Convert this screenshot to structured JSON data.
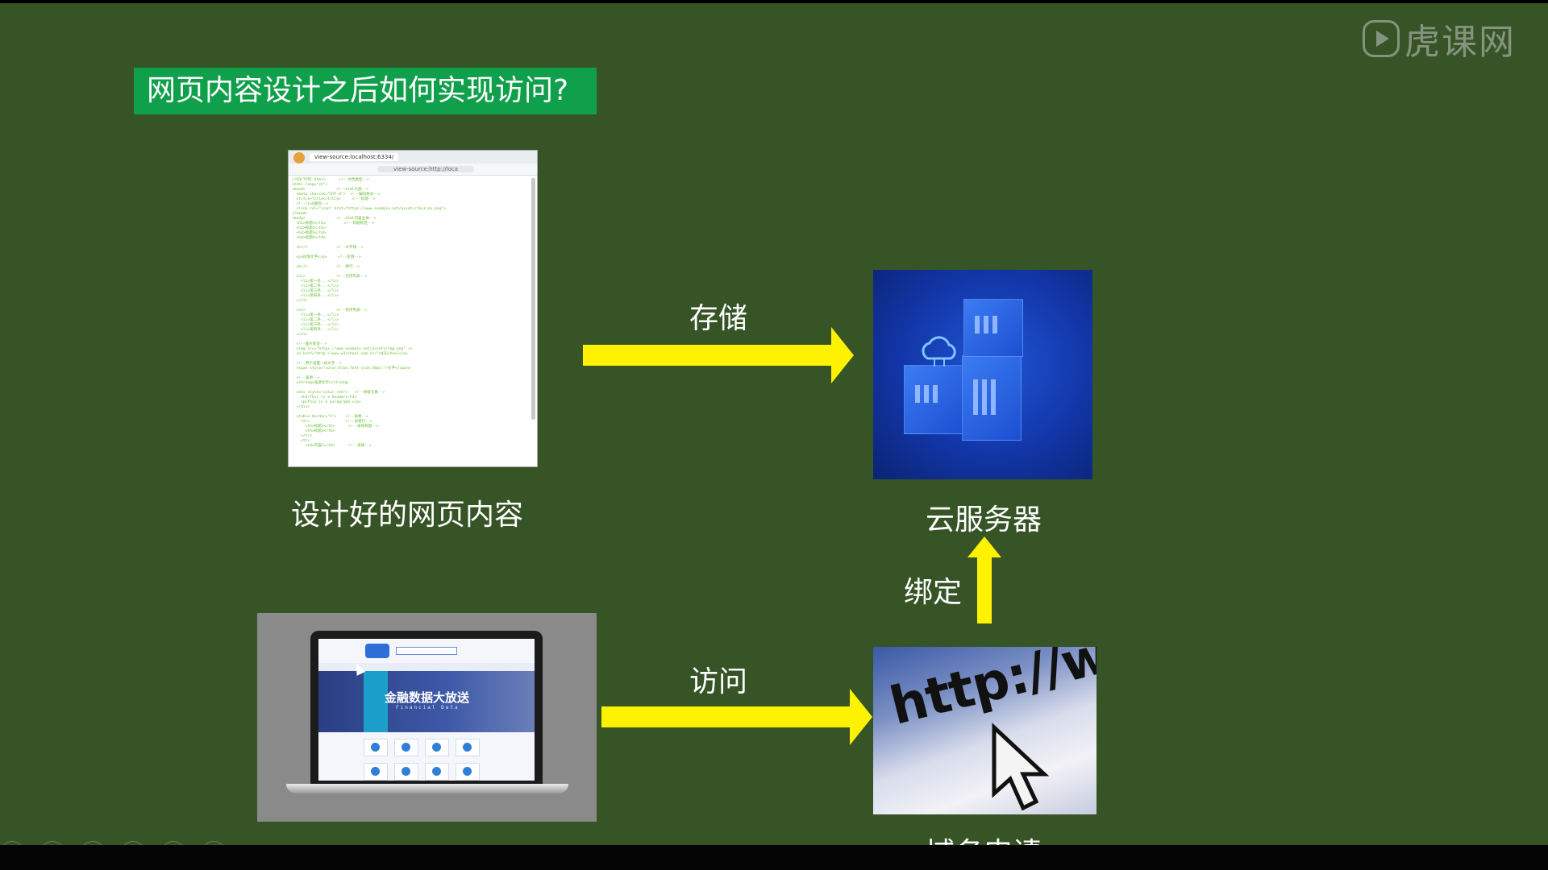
{
  "watermark": {
    "brand": "虎课网"
  },
  "slide": {
    "title": "网页内容设计之后如何实现访问?",
    "labels": {
      "store": "存储",
      "designed_content": "设计好的网页内容",
      "cloud_server": "云服务器",
      "bind": "绑定",
      "visit": "访问",
      "domain_apply": "域名申请"
    }
  },
  "code_screenshot": {
    "tab_title": "view-source:localhost:6334/",
    "url": "view-source:http://loca",
    "source": "<!DOCTYPE html>      <!--文档类型-->\n<html lang=\"zh\">\n<head>              <!--html头部-->\n  <meta charset=\"UTF-8\">  <!--编码格式-->\n  <title>Title</title>     <!--标题-->\n  <!--link图标-->\n  <link rel=\"icon\" href=\"https://www.example.net/assets/favicon.png\">\n</head>\n<body>              <!--html内容主体-->\n  <h1>标题1</h1>        <!--标题标签-->\n  <h2>标题2</h2>\n  <h3>标题3</h3>\n  <h4>标题4</h4>\n\n  <hr/>             <!--水平线-->\n\n  <p>段落文字</p>     <!--段落-->\n\n  <br/>             <!--换行-->\n\n  <ul>              <!--无序列表-->\n    <li>第一条...</li>\n    <li>第二条...</li>\n    <li>第三条...</li>\n    <li>第四条...</li>\n  </ul>\n\n  <ol>              <!--有序列表-->\n    <li>第一条...</li>\n    <li>第二条...</li>\n    <li>第三条...</li>\n    <li>第四条...</li>\n  </ol>\n\n  <!--图片标签-->\n  <img src=\"https://www.example.net/assets/img.png\" />\n  <a href=\"http://www.w3school.com.cn/\">W3School</a>\n\n  <!--用于设置一段文字-->\n  <span style=\"color:blue;font-size:30px;\">文字</span>\n\n  <!--强调-->\n  <strong>强调文字</strong>\n\n  <div style=\"color:red\">   <!--块级元素-->\n    <h3>This is a header</h3>\n    <p>This is a paragraph.</p>\n  </div>\n\n  <table border=\"1\">    <!--表格-->\n    <tr>                <!--表格行-->\n      <th>标题1</th>      <!--表格标题-->\n      <th>标题2</th>\n    </tr>\n    <tr>\n      <td>内容1</td>      <!--表格-->"
  },
  "laptop_site": {
    "banner_title": "金融数据大放送",
    "banner_subtitle": "Financial Data"
  },
  "http_image": {
    "text": "http://www"
  },
  "colors": {
    "slide_bg": "#365426",
    "title_bg": "#10a04c",
    "arrow": "#fff200"
  }
}
